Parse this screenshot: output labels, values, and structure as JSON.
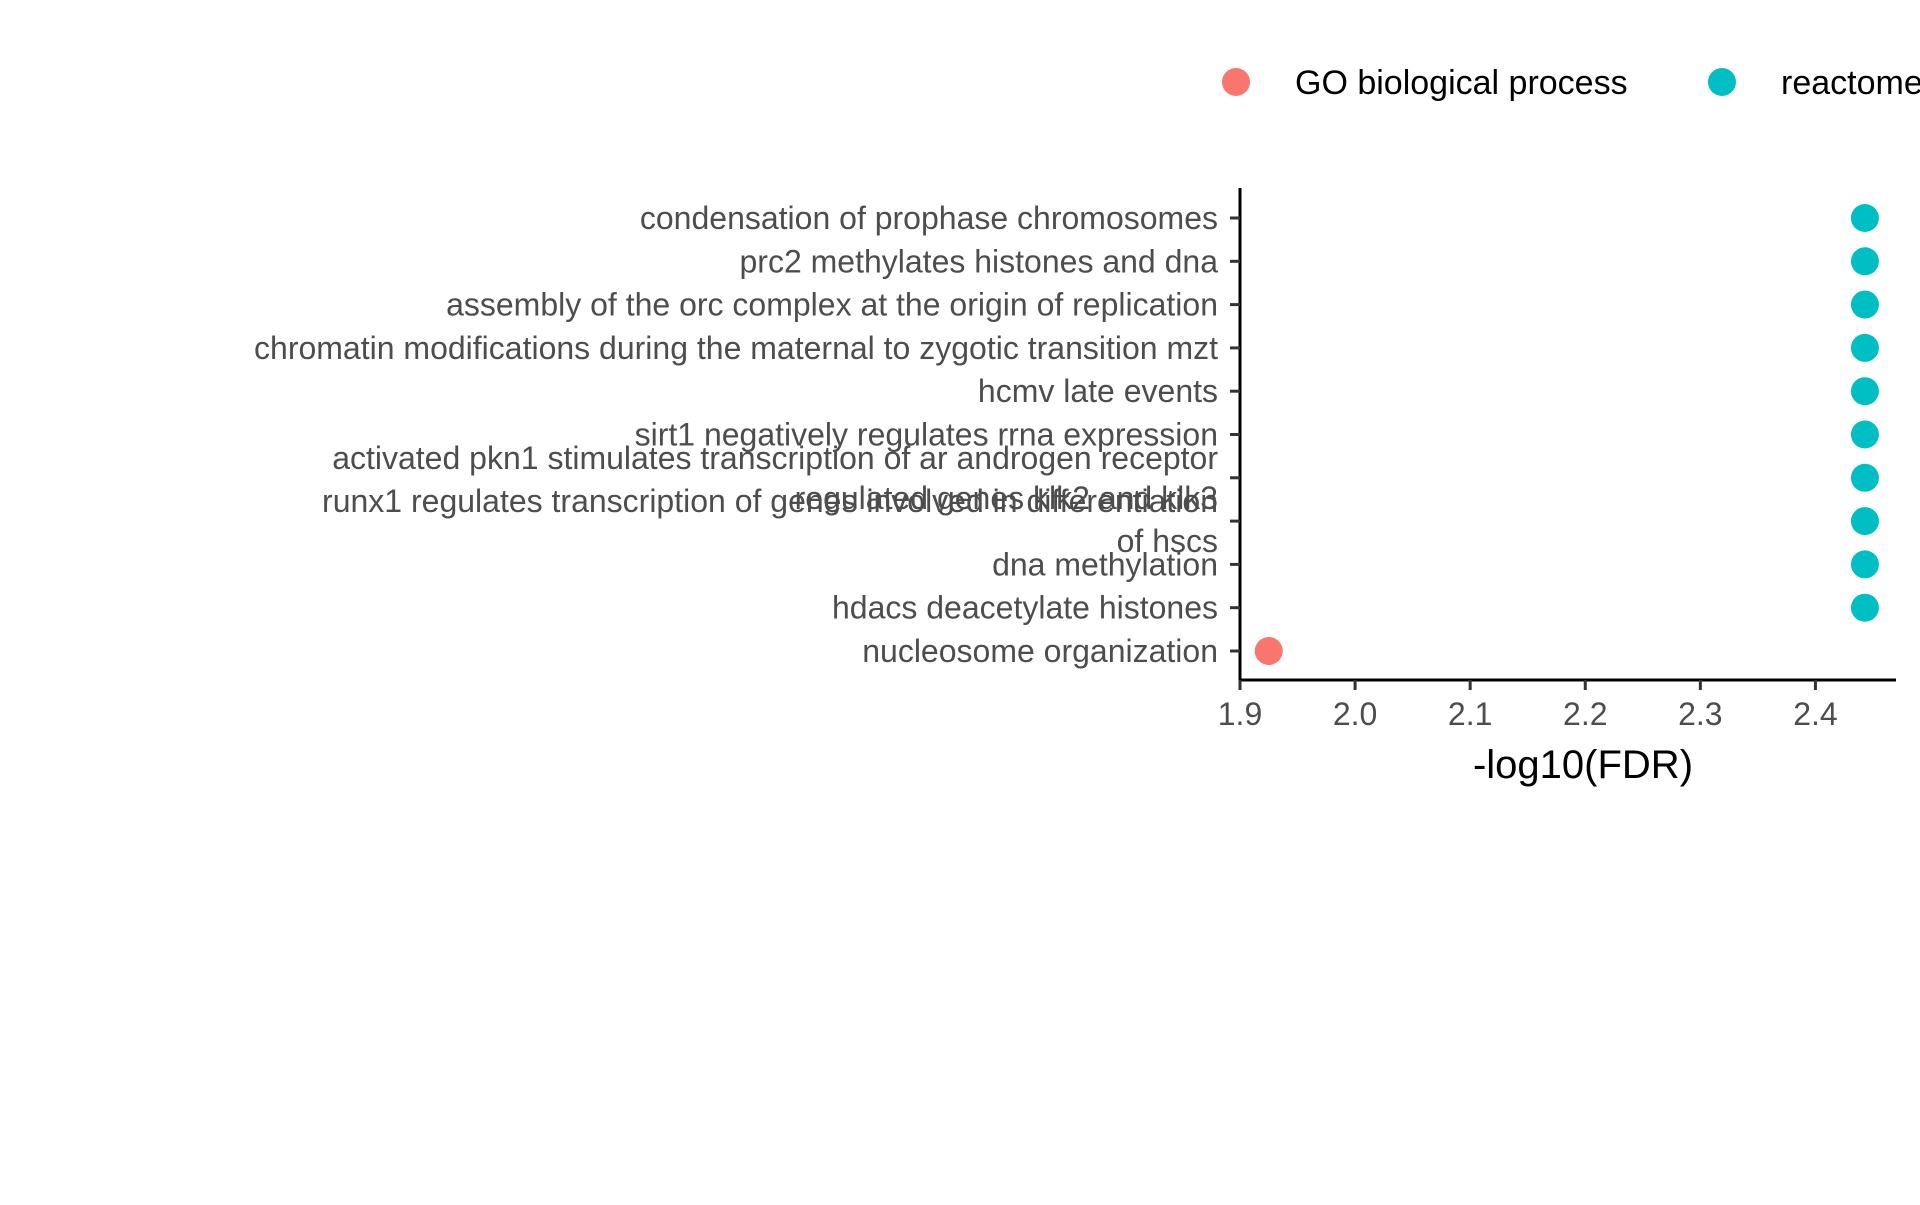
{
  "chart_data": {
    "type": "scatter",
    "title": "",
    "xlabel": "-log10(FDR)",
    "ylabel": "",
    "xlim": [
      1.9,
      2.47
    ],
    "x_ticks": [
      "1.9",
      "2.0",
      "2.1",
      "2.2",
      "2.3",
      "2.4"
    ],
    "grid": false,
    "legend_position": "top-right",
    "categories": [
      {
        "lines": [
          "condensation of prophase chromosomes"
        ]
      },
      {
        "lines": [
          "prc2 methylates histones and dna"
        ]
      },
      {
        "lines": [
          "assembly of the orc complex at the origin of replication"
        ]
      },
      {
        "lines": [
          "chromatin modifications during the maternal to zygotic transition mzt"
        ]
      },
      {
        "lines": [
          "hcmv late events"
        ]
      },
      {
        "lines": [
          "sirt1 negatively regulates rrna expression"
        ]
      },
      {
        "lines": [
          "activated pkn1 stimulates transcription of ar androgen receptor",
          "regulated genes klk2 and klk3"
        ]
      },
      {
        "lines": [
          "runx1 regulates transcription of genes involved in differentiation",
          "of hscs"
        ]
      },
      {
        "lines": [
          "dna methylation"
        ]
      },
      {
        "lines": [
          "hdacs deacetylate histones"
        ]
      },
      {
        "lines": [
          "nucleosome organization"
        ]
      }
    ],
    "series": [
      {
        "name": "GO biological process",
        "color": "#F8766D",
        "points": [
          {
            "category": "nucleosome organization",
            "x": 1.925
          }
        ]
      },
      {
        "name": "reactome",
        "color": "#00BFC4",
        "points": [
          {
            "category": "condensation of prophase chromosomes",
            "x": 2.443
          },
          {
            "category": "prc2 methylates histones and dna",
            "x": 2.443
          },
          {
            "category": "assembly of the orc complex at the origin of replication",
            "x": 2.443
          },
          {
            "category": "chromatin modifications during the maternal to zygotic transition mzt",
            "x": 2.443
          },
          {
            "category": "hcmv late events",
            "x": 2.443
          },
          {
            "category": "sirt1 negatively regulates rrna expression",
            "x": 2.443
          },
          {
            "category": "activated pkn1 stimulates transcription of ar androgen receptor regulated genes klk2 and klk3",
            "x": 2.443
          },
          {
            "category": "runx1 regulates transcription of genes involved in differentiation of hscs",
            "x": 2.443
          },
          {
            "category": "dna methylation",
            "x": 2.443
          },
          {
            "category": "hdacs deacetylate histones",
            "x": 2.443
          }
        ]
      }
    ]
  }
}
